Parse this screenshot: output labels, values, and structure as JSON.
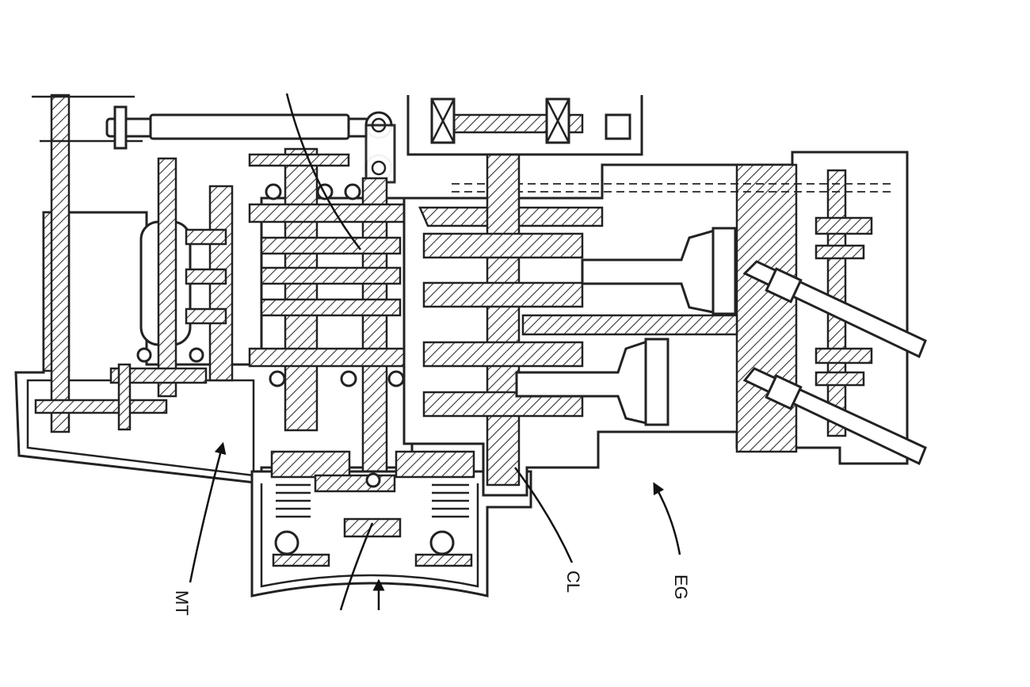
{
  "labels": {
    "mt": "MT",
    "cl": "CL",
    "eg": "EG"
  }
}
